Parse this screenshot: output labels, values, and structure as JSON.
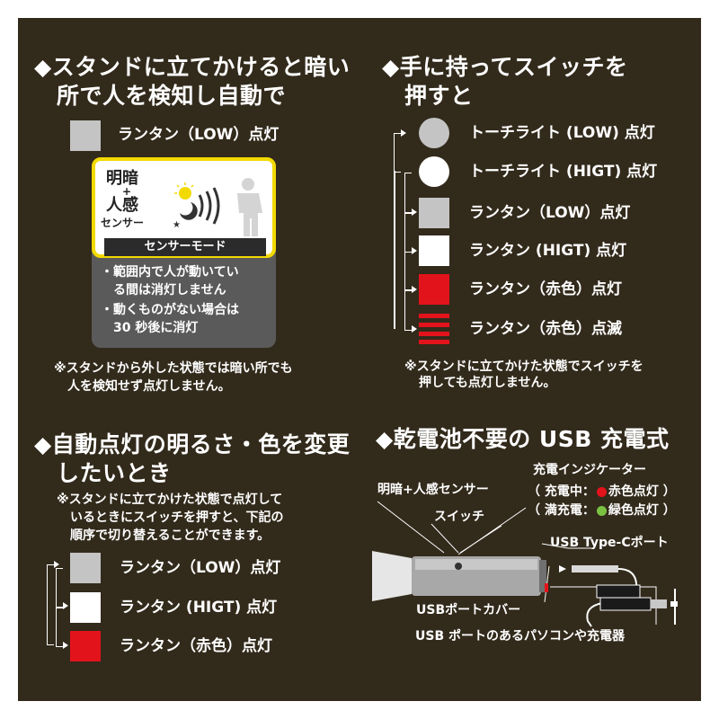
{
  "tl": {
    "title_line1": "◆スタンドに立てかけると暗い",
    "title_line2": "所で人を検知し自動で",
    "item": "ランタン（LOW）点灯",
    "sensor_label_1": "明暗",
    "sensor_label_plus": "+",
    "sensor_label_2": "人感",
    "sensor_label_3": "センサー",
    "sensor_mode": "センサーモード",
    "bullet1_line1": "・範囲内で人が動いてい",
    "bullet1_line2": "る間は消灯しません",
    "bullet2_line1": "・動くものがない場合は",
    "bullet2_line2": "30 秒後に消灯",
    "note_line1": "※スタンドから外した状態では暗い所でも",
    "note_line2": "人を検知せず点灯しません。"
  },
  "tr": {
    "title_line1": "◆手に持ってスイッチを",
    "title_line2": "押すと",
    "items": [
      "トーチライト (LOW) 点灯",
      "トーチライト (HIGT) 点灯",
      "ランタン（LOW）点灯",
      "ランタン (HIGT) 点灯",
      "ランタン（赤色）点灯",
      "ランタン（赤色）点滅"
    ],
    "note_line1": "※スタンドに立てかけた状態でスイッチを",
    "note_line2": "押しても点灯しません。"
  },
  "bl": {
    "title_line1": "◆自動点灯の明るさ・色を変更",
    "title_line2": "したいとき",
    "note_line1": "※スタンドに立てかけた状態で点灯して",
    "note_line2": "いるときにスイッチを押すと、下記の",
    "note_line3": "順序で切り替えることができます。",
    "items": [
      "ランタン（LOW）点灯",
      "ランタン (HIGT) 点灯",
      "ランタン（赤色）点灯"
    ]
  },
  "br": {
    "title": "◆乾電池不要の USB 充電式",
    "indicator_label": "充電インジケーター",
    "charging_a": "（ 充電中：",
    "charging_b": "赤色点灯 ）",
    "full_a": "（ 満充電：",
    "full_b": "緑色点灯 ）",
    "sensor_label": "明暗+人感センサー",
    "switch_label": "スイッチ",
    "port_label": "USB Type-Cポート",
    "cover_label": "USBポートカバー",
    "pc_label": "USB ポートのあるパソコンや充電器"
  },
  "colors": {
    "background": "#322a1b",
    "lantern_low": "#c4c4c4",
    "lantern_high": "#ffffff",
    "lantern_red": "#e3131b",
    "sensor_border": "#f2d900",
    "indicator_red": "#e3131b",
    "indicator_green": "#7cc242"
  }
}
